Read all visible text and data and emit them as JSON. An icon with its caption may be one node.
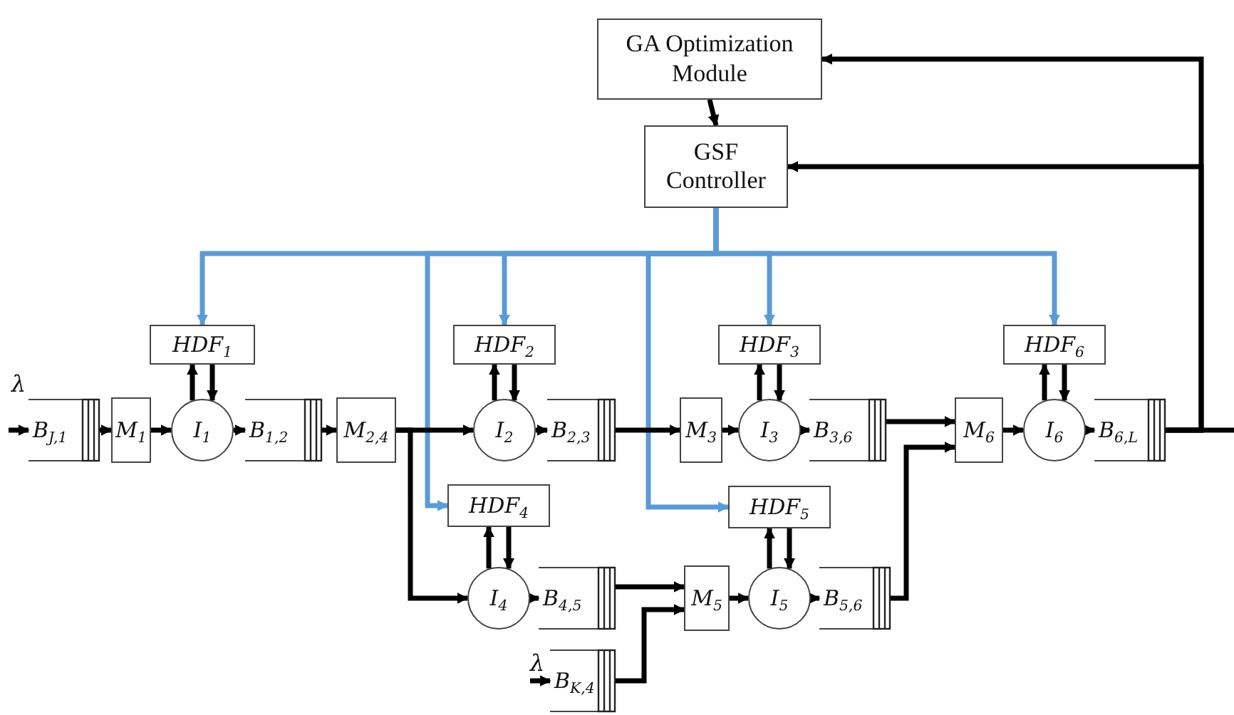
{
  "diagram": {
    "nodes": [
      {
        "text": [
          "GA Optimization Module"
        ]
      },
      {
        "text": [
          "GSF Controller"
        ]
      },
      {
        "text": [
          "HDF$_{1}$"
        ]
      },
      {
        "text": [
          "HDF$_{2}$"
        ]
      },
      {
        "text": [
          "HDF$_{3}$"
        ]
      },
      {
        "text": [
          "HDF$_{6}$"
        ]
      },
      {
        "text": [
          "HDF$_{4}$"
        ]
      },
      {
        "text": [
          "HDF$_{5}$"
        ]
      },
      {
        "text": [
          "B$_{J,1}$"
        ]
      },
      {
        "text": [
          "M$_{1}$"
        ]
      },
      {
        "text": [
          "I$_{1}$"
        ]
      },
      {
        "text": [
          "B$_{1,2}$"
        ]
      },
      {
        "text": [
          "M$_{2,4}$"
        ]
      },
      {
        "text": [
          "I$_{2}$"
        ]
      },
      {
        "text": [
          "B$_{2,3}$"
        ]
      },
      {
        "text": [
          "M$_{3}$"
        ]
      },
      {
        "text": [
          "I$_{3}$"
        ]
      },
      {
        "text": [
          "B$_{3,6}$"
        ]
      },
      {
        "text": [
          "M$_{6}$"
        ]
      },
      {
        "text": [
          "I$_{6}$"
        ]
      },
      {
        "text": [
          "B$_{6,L}$"
        ]
      },
      {
        "text": [
          "I$_{4}$"
        ]
      },
      {
        "text": [
          "B$_{4,5}$"
        ]
      },
      {
        "text": [
          "M$_{5}$"
        ]
      },
      {
        "text": [
          "I$_{5}$"
        ]
      },
      {
        "text": [
          "B$_{5,6}$"
        ]
      },
      {
        "text": [
          "B$_{K,4}$"
        ]
      }
    ],
    "edges": [
      {
        "from": 0,
        "to": 1,
        "arrow": "to"
      },
      {
        "from": 20,
        "to": 0,
        "arrow": "to"
      },
      {
        "from": 20,
        "to": 1,
        "arrow": "to"
      },
      {
        "from": 20,
        "to": null,
        "arrow": "none"
      },
      {
        "from": 1,
        "to": 2,
        "arrow": "to",
        "color": "#5b9bd5"
      },
      {
        "from": 1,
        "to": 3,
        "arrow": "to",
        "color": "#5b9bd5"
      },
      {
        "from": 1,
        "to": 4,
        "arrow": "to",
        "color": "#5b9bd5"
      },
      {
        "from": 1,
        "to": 5,
        "arrow": "to",
        "color": "#5b9bd5"
      },
      {
        "from": 1,
        "to": 6,
        "arrow": "to",
        "color": "#5b9bd5"
      },
      {
        "from": 1,
        "to": 7,
        "arrow": "to",
        "color": "#5b9bd5"
      },
      {
        "from": 10,
        "to": 2,
        "arrow": "to"
      },
      {
        "from": 2,
        "to": 10,
        "arrow": "to"
      },
      {
        "from": 13,
        "to": 3,
        "arrow": "to"
      },
      {
        "from": 3,
        "to": 13,
        "arrow": "to"
      },
      {
        "from": 16,
        "to": 4,
        "arrow": "to"
      },
      {
        "from": 4,
        "to": 16,
        "arrow": "to"
      },
      {
        "from": 19,
        "to": 5,
        "arrow": "to"
      },
      {
        "from": 5,
        "to": 19,
        "arrow": "to"
      },
      {
        "from": 21,
        "to": 6,
        "arrow": "to"
      },
      {
        "from": 6,
        "to": 21,
        "arrow": "to"
      },
      {
        "from": 24,
        "to": 7,
        "arrow": "to"
      },
      {
        "from": 7,
        "to": 24,
        "arrow": "to"
      },
      {
        "from": null,
        "to": 8,
        "arrow": "to",
        "label": "λ"
      },
      {
        "from": 8,
        "to": 9,
        "arrow": "to"
      },
      {
        "from": 9,
        "to": 10,
        "arrow": "to"
      },
      {
        "from": 10,
        "to": 11,
        "arrow": "to"
      },
      {
        "from": 11,
        "to": 12,
        "arrow": "to"
      },
      {
        "from": 12,
        "to": 13,
        "arrow": "to"
      },
      {
        "from": 12,
        "to": 21,
        "arrow": "to"
      },
      {
        "from": 13,
        "to": 14,
        "arrow": "to"
      },
      {
        "from": 14,
        "to": 15,
        "arrow": "to"
      },
      {
        "from": 15,
        "to": 16,
        "arrow": "to"
      },
      {
        "from": 16,
        "to": 17,
        "arrow": "to"
      },
      {
        "from": 17,
        "to": 18,
        "arrow": "to"
      },
      {
        "from": 18,
        "to": 19,
        "arrow": "to"
      },
      {
        "from": 19,
        "to": 20,
        "arrow": "to"
      },
      {
        "from": 21,
        "to": 22,
        "arrow": "to"
      },
      {
        "from": 22,
        "to": 23,
        "arrow": "to"
      },
      {
        "from": null,
        "to": 26,
        "arrow": "to",
        "label": "λ"
      },
      {
        "from": 26,
        "to": 23,
        "arrow": "to"
      },
      {
        "from": 23,
        "to": 24,
        "arrow": "to"
      },
      {
        "from": 24,
        "to": 25,
        "arrow": "to"
      },
      {
        "from": 25,
        "to": 18,
        "arrow": "to"
      }
    ]
  }
}
